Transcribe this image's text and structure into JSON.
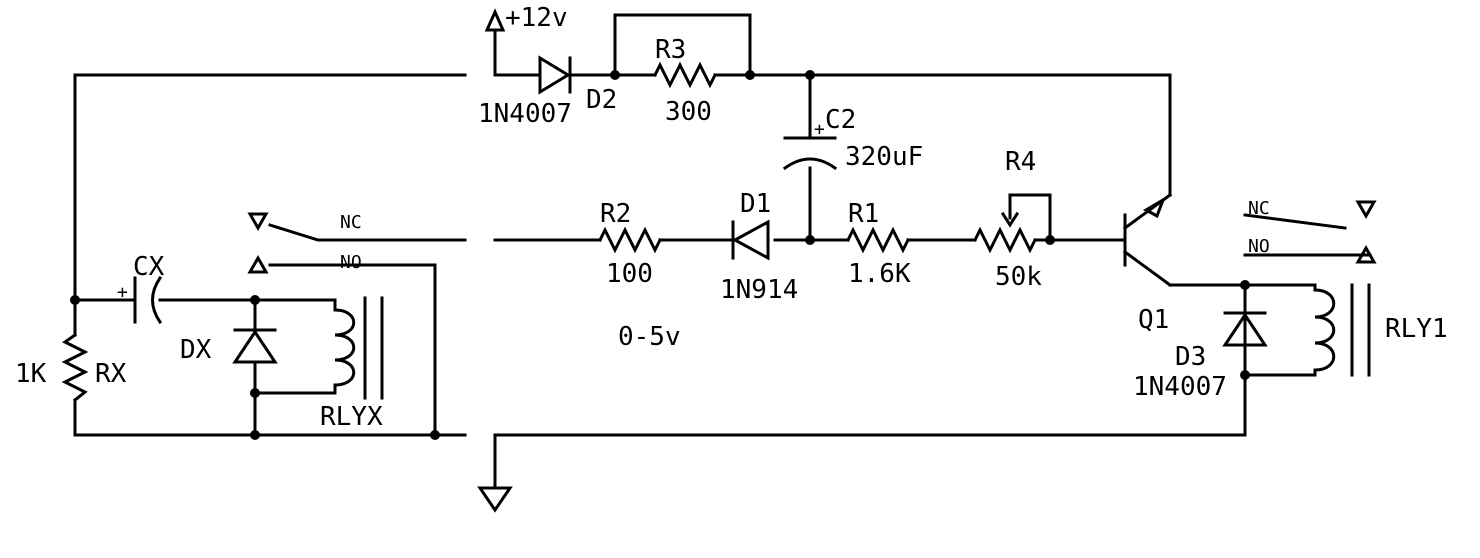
{
  "labels": {
    "supply": "+12v",
    "d2_part": "1N4007",
    "d2_ref": "D2",
    "r3_ref": "R3",
    "r3_val": "300",
    "c2_ref": "C2",
    "c2_val": "320uF",
    "r4_ref": "R4",
    "r4_val": "50k",
    "r2_ref": "R2",
    "r2_val": "100",
    "d1_ref": "D1",
    "d1_part": "1N914",
    "r1_ref": "R1",
    "r1_val": "1.6K",
    "input_range": "0-5v",
    "cx_ref": "CX",
    "dx_ref": "DX",
    "rx_val": "1K",
    "rx_ref": "RX",
    "rlyx_ref": "RLYX",
    "q1_ref": "Q1",
    "d3_ref": "D3",
    "d3_part": "1N4007",
    "rly1_ref": "RLY1",
    "nc_left": "NC",
    "no_left": "NO",
    "nc_right": "NC",
    "no_right": "NO",
    "plus_c2": "+",
    "plus_cx": "+"
  }
}
